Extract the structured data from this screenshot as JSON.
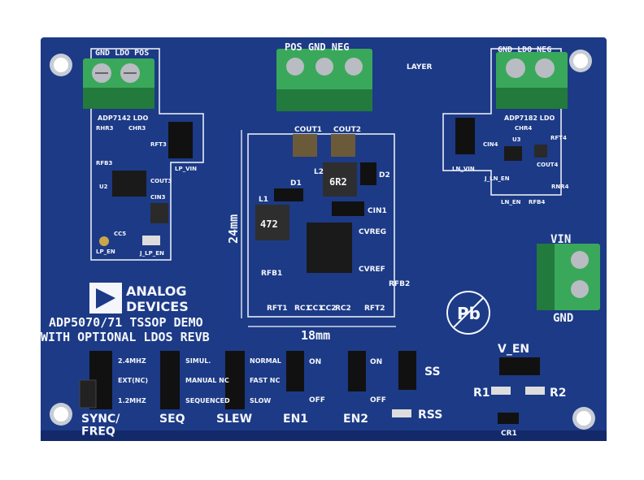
{
  "colors": {
    "pcb": "#1c3a86",
    "pcb_dark": "#13296a",
    "silkscreen": "#f4f6fb",
    "terminal": "#3aa85a",
    "terminal_dark": "#237a3d",
    "ic": "#1a1a1a",
    "gold": "#c9a64a"
  },
  "board": {
    "title_line1": "ADP5070/71 TSSOP DEMO",
    "title_line2": "WITH OPTIONAL LDOS REVB",
    "logo_line1": "ANALOG",
    "logo_line2": "DEVICES",
    "layer": "LAYER",
    "dim_vertical": "24mm",
    "dim_horizontal": "18mm"
  },
  "connectors": {
    "left_terminal": "GND LDO POS",
    "center_terminal": "POS GND NEG",
    "right_terminal": "GND LDO NEG",
    "vin": "VIN",
    "gnd": "GND"
  },
  "ldo_left": {
    "part": "ADP7142 LDO",
    "labels": [
      "RHR3",
      "CHR3",
      "RFB3",
      "RFT3",
      "U2",
      "COUT3",
      "CIN3",
      "CC5",
      "LP_VIN",
      "LP_EN",
      "J_LP_EN"
    ]
  },
  "ldo_right": {
    "part": "ADP7182 LDO",
    "labels": [
      "CHR4",
      "RFT4",
      "CIN4",
      "U3",
      "COUT4",
      "LN_VIN",
      "J_LN_EN",
      "LN_EN",
      "RFB4",
      "RNR4"
    ]
  },
  "core": {
    "labels": [
      "COUT1",
      "COUT2",
      "L2",
      "D2",
      "D1",
      "L1",
      "CIN1",
      "CVREG",
      "CVREF",
      "RFB1",
      "RFT1",
      "RC1",
      "CC1",
      "CC2",
      "RC2",
      "RFB2",
      "RFT2"
    ],
    "inductor1": "472",
    "inductor2": "6R2"
  },
  "jumpers": {
    "sync_options": [
      "2.4MHZ",
      "EXT(NC)",
      "1.2MHZ"
    ],
    "sync_label": "SYNC/\nFREQ",
    "seq_options": [
      "SIMUL.",
      "MANUAL NC",
      "SEQUENCED"
    ],
    "seq_label": "SEQ",
    "slew_options": [
      "NORMAL",
      "FAST NC",
      "SLOW"
    ],
    "slew_label": "SLEW",
    "en1_on": "ON",
    "en1_off": "OFF",
    "en1_label": "EN1",
    "en2_on": "ON",
    "en2_off": "OFF",
    "en2_label": "EN2",
    "ss_label": "SS",
    "rss_label": "RSS",
    "v_en_label": "V_EN",
    "r1": "R1",
    "r2": "R2",
    "cr1": "CR1"
  },
  "pb_symbol": "Pb"
}
